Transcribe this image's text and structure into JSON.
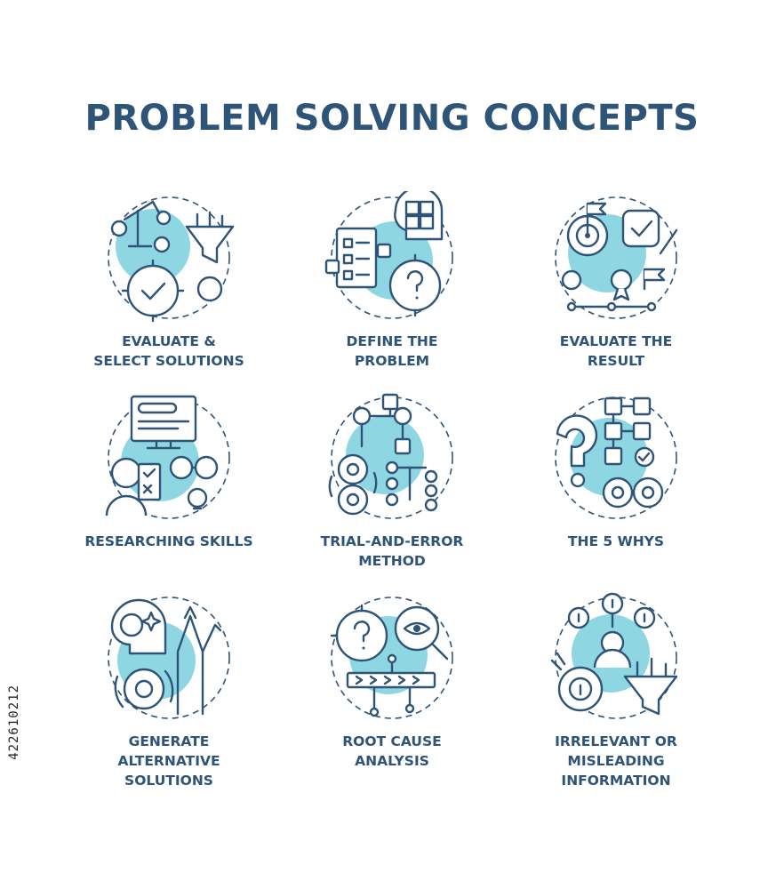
{
  "title": "PROBLEM SOLVING CONCEPTS",
  "accent_color": "#8fd6e3",
  "stroke_color": "#2e5478",
  "concepts": [
    {
      "lines": [
        "EVALUATE &",
        "SELECT SOLUTIONS"
      ],
      "icon": "funnel-check-icon"
    },
    {
      "lines": [
        "DEFINE THE",
        "PROBLEM"
      ],
      "icon": "puzzle-question-icon"
    },
    {
      "lines": [
        "EVALUATE THE",
        "RESULT"
      ],
      "icon": "target-check-icon"
    },
    {
      "lines": [
        "RESEARCHING SKILLS"
      ],
      "icon": "monitor-binoculars-icon"
    },
    {
      "lines": [
        "TRIAL-AND-ERROR",
        "METHOD"
      ],
      "icon": "flowchart-gears-icon"
    },
    {
      "lines": [
        "THE 5 WHYS"
      ],
      "icon": "question-flowchart-icon"
    },
    {
      "lines": [
        "GENERATE",
        "ALTERNATIVE",
        "SOLUTIONS"
      ],
      "icon": "lightbulb-arrows-icon"
    },
    {
      "lines": [
        "ROOT CAUSE",
        "ANALYSIS"
      ],
      "icon": "magnifier-question-icon"
    },
    {
      "lines": [
        "IRRELEVANT OR",
        "MISLEADING",
        "INFORMATION"
      ],
      "icon": "info-funnel-icon"
    }
  ],
  "stock_id": "422610212"
}
